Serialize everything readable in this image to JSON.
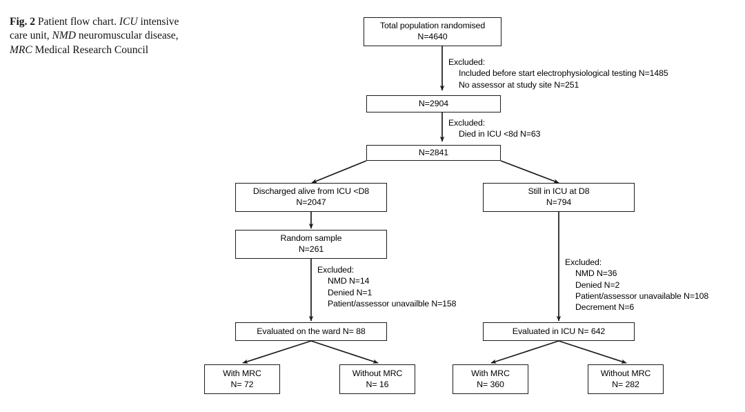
{
  "caption": {
    "fig_label": "Fig. 2",
    "text_1": "Patient flow chart.",
    "abbr_1": "ICU",
    "text_2": "intensive care unit,",
    "abbr_2": "NMD",
    "text_3": "neuromuscular disease,",
    "abbr_3": "MRC",
    "text_4": "Medical Research Council"
  },
  "chart_data": {
    "type": "diagram",
    "title": "Patient flow chart",
    "nodes": [
      {
        "id": "total",
        "line1": "Total population randomised",
        "line2": "N=4640"
      },
      {
        "id": "n2904",
        "line1": "N=2904",
        "line2": ""
      },
      {
        "id": "n2841",
        "line1": "N=2841",
        "line2": ""
      },
      {
        "id": "discharged",
        "line1": "Discharged alive from ICU <D8",
        "line2": "N=2047"
      },
      {
        "id": "still_icu",
        "line1": "Still in ICU at D8",
        "line2": "N=794"
      },
      {
        "id": "random_sample",
        "line1": "Random sample",
        "line2": "N=261"
      },
      {
        "id": "eval_ward",
        "line1": "Evaluated on the ward N= 88",
        "line2": ""
      },
      {
        "id": "eval_icu",
        "line1": "Evaluated in ICU N= 642",
        "line2": ""
      },
      {
        "id": "ward_with",
        "line1": "With MRC",
        "line2": "N= 72"
      },
      {
        "id": "ward_without",
        "line1": "Without MRC",
        "line2": "N= 16"
      },
      {
        "id": "icu_with",
        "line1": "With MRC",
        "line2": "N= 360"
      },
      {
        "id": "icu_without",
        "line1": "Without MRC",
        "line2": "N= 282"
      }
    ],
    "annotations": [
      {
        "id": "excl_1",
        "header": "Excluded:",
        "items": [
          "Included before start electrophysiological testing N=1485",
          "No assessor at study site N=251"
        ]
      },
      {
        "id": "excl_2",
        "header": "Excluded:",
        "items": [
          "Died in ICU <8d N=63"
        ]
      },
      {
        "id": "excl_3",
        "header": "Excluded:",
        "items": [
          "NMD N=14",
          "Denied N=1",
          "Patient/assessor unavailble N=158"
        ]
      },
      {
        "id": "excl_4",
        "header": "Excluded:",
        "items": [
          "NMD N=36",
          "Denied N=2",
          "Patient/assessor unavailable N=108",
          "Decrement N=6"
        ]
      }
    ],
    "edges": [
      {
        "from": "total",
        "to": "n2904",
        "style": "vertical-arrow"
      },
      {
        "from": "n2904",
        "to": "n2841",
        "style": "vertical-arrow"
      },
      {
        "from": "n2841",
        "to": "discharged",
        "style": "diagonal-arrow-left"
      },
      {
        "from": "n2841",
        "to": "still_icu",
        "style": "diagonal-arrow-right"
      },
      {
        "from": "discharged",
        "to": "random_sample",
        "style": "vertical-arrow"
      },
      {
        "from": "random_sample",
        "to": "eval_ward",
        "style": "vertical-arrow"
      },
      {
        "from": "still_icu",
        "to": "eval_icu",
        "style": "vertical-arrow"
      },
      {
        "from": "eval_ward",
        "to": "ward_with",
        "style": "diagonal-arrow-left"
      },
      {
        "from": "eval_ward",
        "to": "ward_without",
        "style": "diagonal-arrow-right"
      },
      {
        "from": "eval_icu",
        "to": "icu_with",
        "style": "diagonal-arrow-left"
      },
      {
        "from": "eval_icu",
        "to": "icu_without",
        "style": "diagonal-arrow-right"
      }
    ],
    "colors": {
      "stroke": "#1a1a1a",
      "background": "#ffffff",
      "text": "#000000"
    }
  }
}
